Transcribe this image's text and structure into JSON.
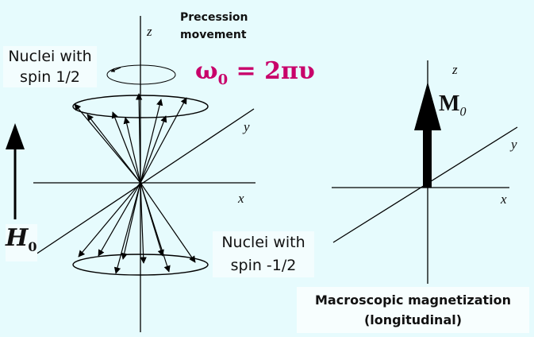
{
  "labels": {
    "precession": [
      "Precession",
      "movement"
    ],
    "spin_up": [
      "Nuclei with",
      "spin 1/2"
    ],
    "spin_down": [
      "Nuclei with",
      "spin -1/2"
    ],
    "formula_omega": "ω",
    "formula_sub": "0",
    "formula_rest": " = 2πυ",
    "h0_main": "H",
    "h0_sub": "0",
    "m0_main": "M",
    "m0_sub": "0",
    "macroscopic": [
      "Macroscopic magnetization",
      "(longitudinal)"
    ]
  },
  "axes_left": {
    "z": "z",
    "y": "y",
    "x": "x"
  },
  "axes_right": {
    "z": "z",
    "y": "y",
    "x": "x"
  },
  "colors": {
    "background": "#e6fbfd",
    "formula": "#c8006a",
    "lines": "#000000"
  }
}
